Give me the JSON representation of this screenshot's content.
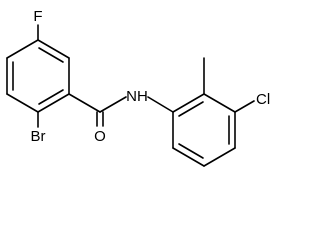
{
  "molecule": {
    "atoms": {
      "fluorine": "F",
      "bromine": "Br",
      "oxygen": "O",
      "amide_nh": "NH",
      "chlorine": "Cl"
    }
  },
  "colors": {
    "background": "#ffffff",
    "ink": "#000000"
  }
}
